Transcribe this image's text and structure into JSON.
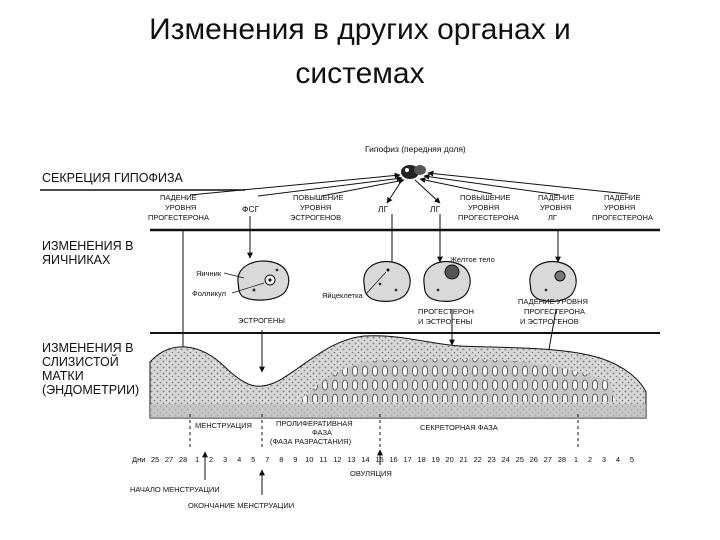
{
  "title_line1": "Изменения в других органах и",
  "title_line2": "системах",
  "pituitary_label": "Гипофиз (передняя доля)",
  "sections": {
    "pituitary": "СЕКРЕЦИЯ ГИПОФИЗА",
    "ovaries": [
      "ИЗМЕНЕНИЯ В",
      "ЯИЧНИКАХ"
    ],
    "endometrium": [
      "ИЗМЕНЕНИЯ В",
      "СЛИЗИСТОЙ",
      "МАТКИ",
      "(ЭНДОМЕТРИИ)"
    ]
  },
  "hormone_labels": [
    [
      "ПАДЕНИЕ",
      "УРОВНЯ",
      "ПРОГЕСТЕРОНА"
    ],
    [
      "ФСГ"
    ],
    [
      "ПОВЫШЕНИЕ",
      "УРОВНЯ",
      "ЭСТРОГЕНОВ"
    ],
    [
      "ЛГ"
    ],
    [
      "ЛГ"
    ],
    [
      "ПОВЫШЕНИЕ",
      "УРОВНЯ",
      "ПРОГЕСТЕРОНА"
    ],
    [
      "ПАДЕНИЕ",
      "УРОВНЯ",
      "ЛГ"
    ],
    [
      "ПАДЕНИЕ",
      "УРОВНЯ",
      "ПРОГЕСТЕРОНА"
    ]
  ],
  "ovary_labels": {
    "ovary": "Яичник",
    "follicle": "Фолликул",
    "egg": "Яйцеклетка",
    "corpus_luteum": "Желтое тело",
    "estrogens": "ЭСТРОГЕНЫ",
    "prog_estr": [
      "ПРОГЕСТЕРОН",
      "И ЭСТРОГЕНЫ"
    ],
    "fall": [
      "ПАДЕНИЕ УРОВНЯ",
      "ПРОГЕСТЕРОНА",
      "И ЭСТРОГЕНОВ"
    ]
  },
  "phases": {
    "menstruation": "МЕНСТРУАЦИЯ",
    "proliferative": [
      "ПРОЛИФЕРАТИВНАЯ",
      "ФАЗА",
      "(ФАЗА РАЗРАСТАНИЯ)"
    ],
    "secretory": "СЕКРЕТОРНАЯ ФАЗА"
  },
  "days_label": "Дни",
  "days": [
    "25",
    "27",
    "28",
    "1",
    "2",
    "3",
    "4",
    "5",
    "7",
    "8",
    "9",
    "10",
    "11",
    "12",
    "13",
    "14",
    "15",
    "16",
    "17",
    "18",
    "19",
    "20",
    "21",
    "22",
    "23",
    "24",
    "25",
    "26",
    "27",
    "28",
    "1",
    "2",
    "3",
    "4",
    "5"
  ],
  "events": {
    "menstruation_start": "НАЧАЛО МЕНСТРУАЦИИ",
    "ovulation": "ОВУЛЯЦИЯ",
    "menstruation_end": "ОКОНЧАНИЕ МЕНСТРУАЦИИ"
  }
}
